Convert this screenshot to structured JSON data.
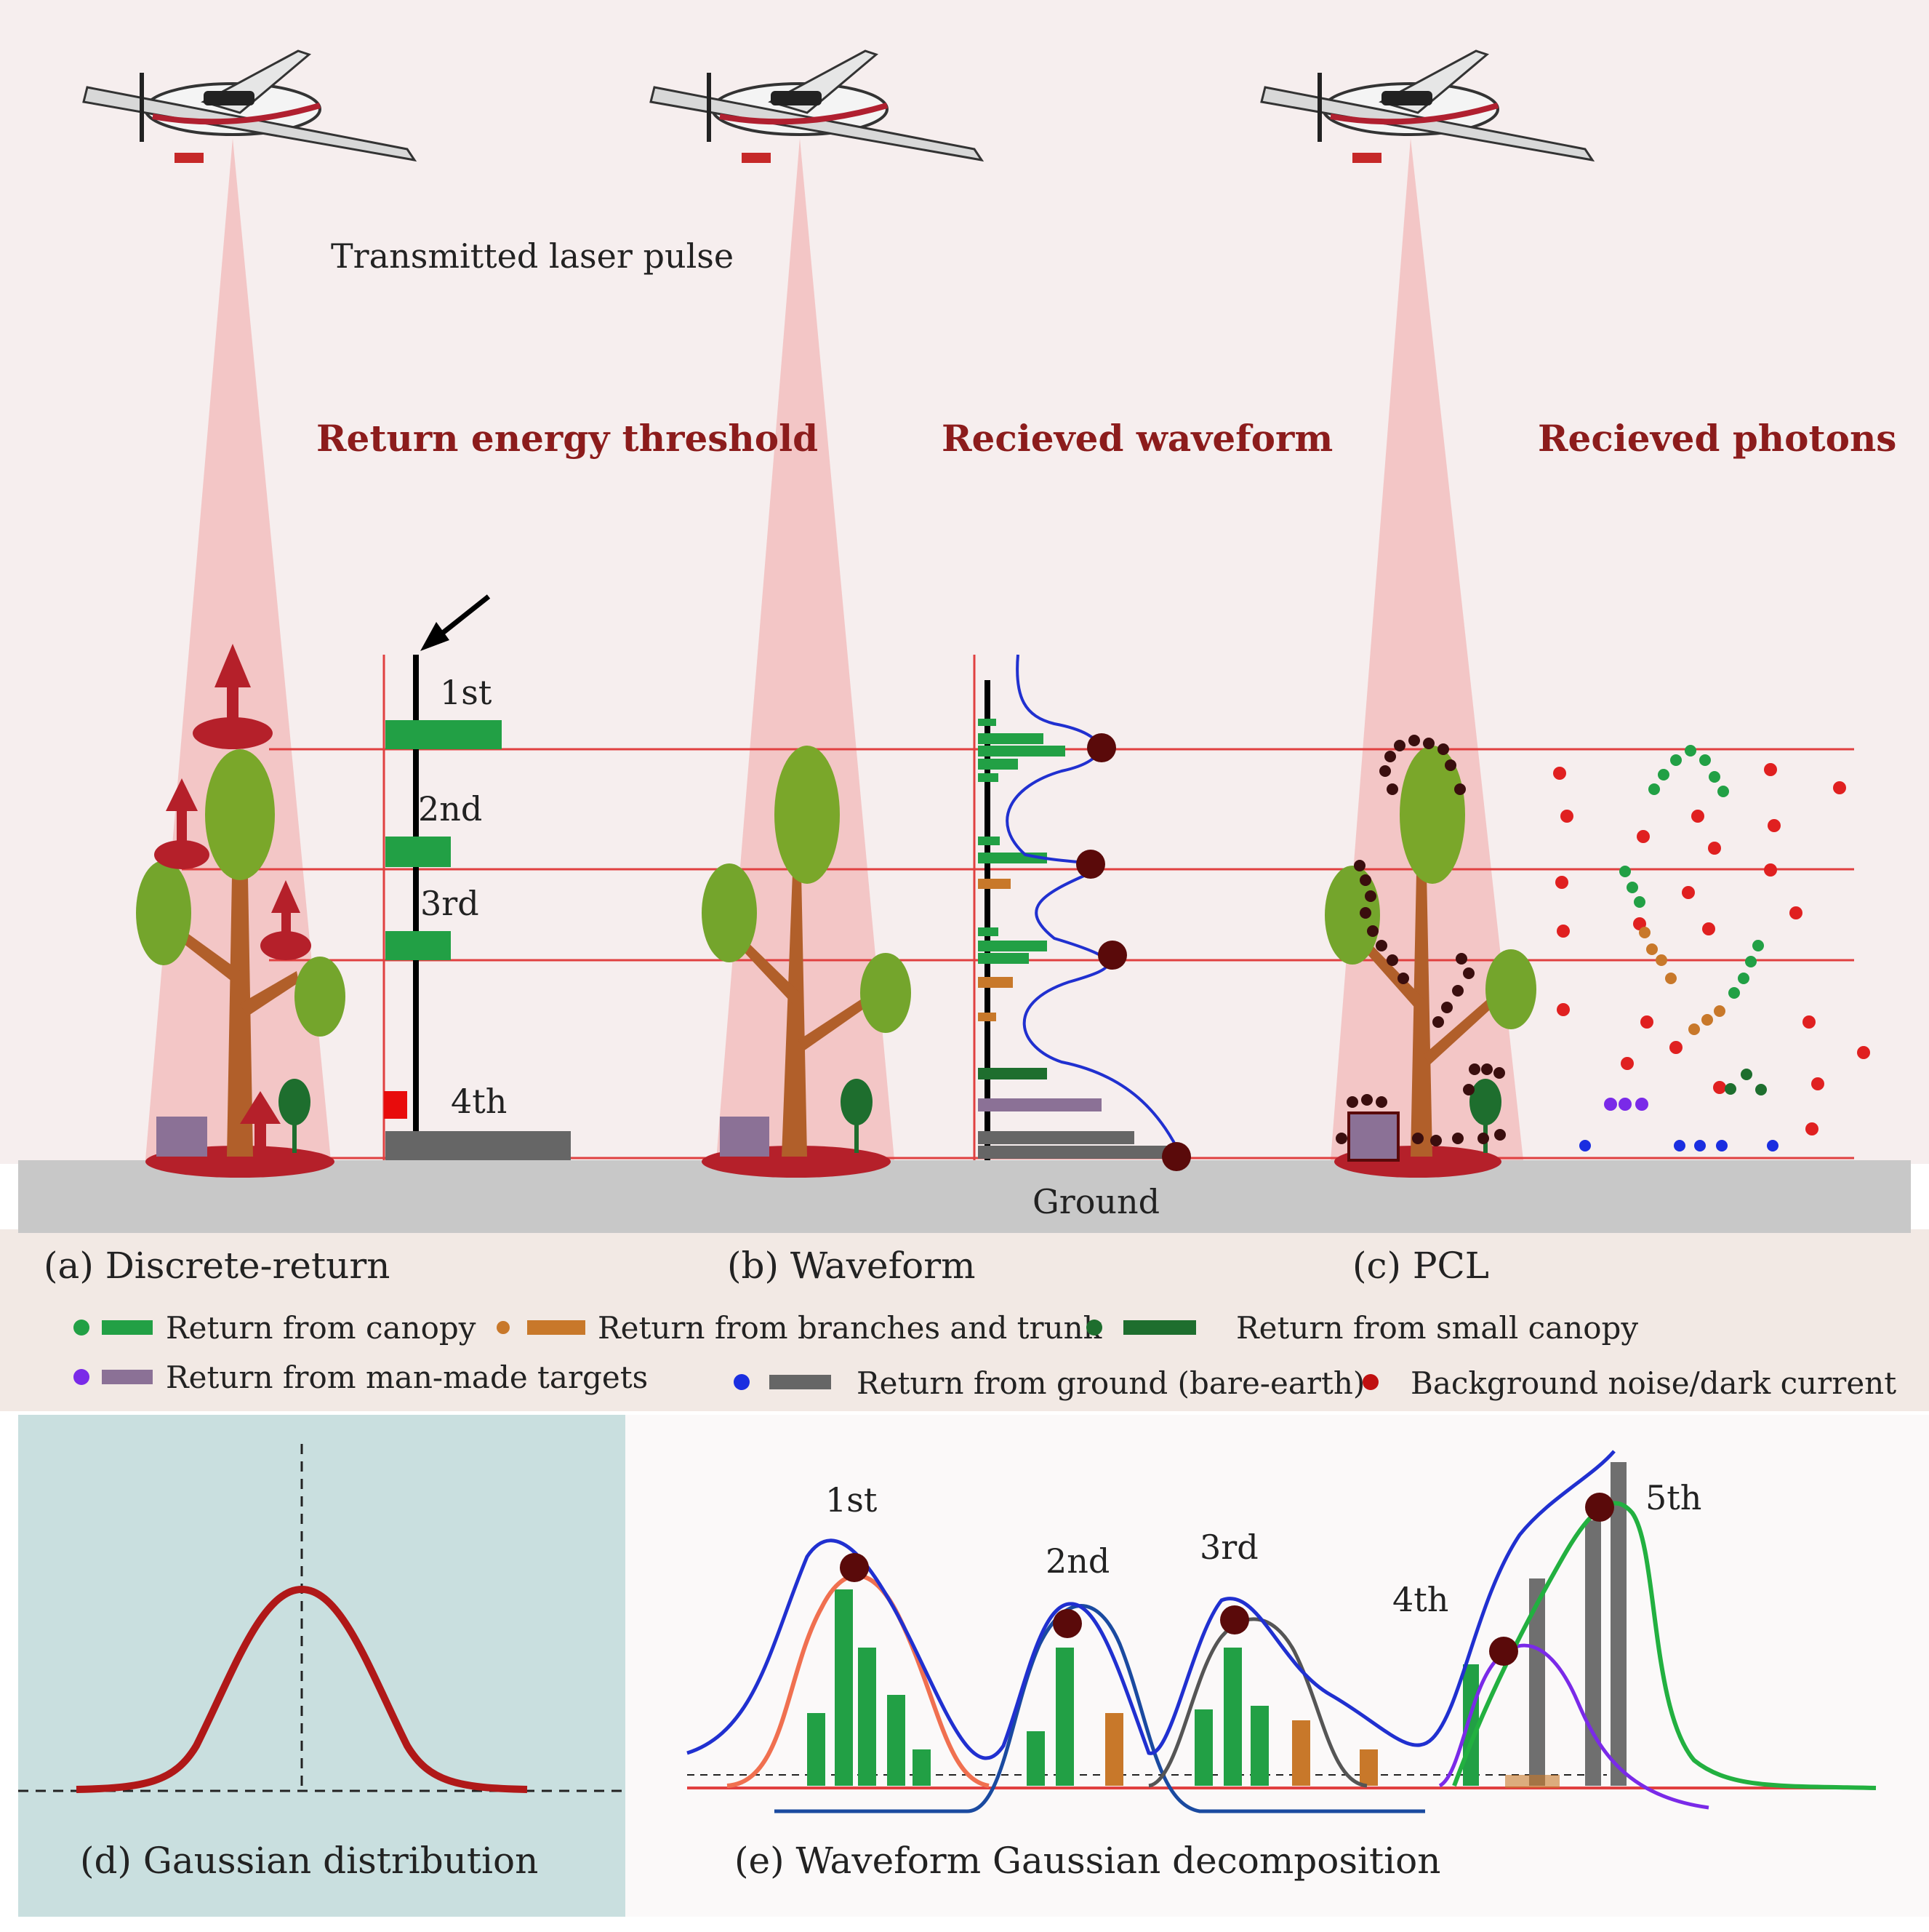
{
  "top_label": "Transmitted laser pulse",
  "section_titles": [
    "Return energy threshold",
    "Recieved waveform",
    "Recieved photons"
  ],
  "ground_label": "Ground",
  "return_labels": [
    "1st",
    "2nd",
    "3rd",
    "4th"
  ],
  "panels": {
    "a": "(a) Discrete-return",
    "b": "(b) Waveform",
    "c": "(c) PCL",
    "d": "(d) Gaussian distribution",
    "e": "(e) Waveform Gaussian decomposition"
  },
  "legend": [
    {
      "label": "Return from canopy",
      "color": "#22a045"
    },
    {
      "label": "Return from branches and trunk",
      "color": "#c8782a"
    },
    {
      "label": "Return from small canopy",
      "color": "#1e6e2e"
    },
    {
      "label": "Return from man-made targets",
      "color": "#8a7294"
    },
    {
      "label": "Return from ground (bare-earth)",
      "color": "#666666"
    },
    {
      "label": "Background noise/dark current",
      "color": "#c01010"
    }
  ],
  "decomposition_labels": [
    "1st",
    "2nd",
    "3rd",
    "4th",
    "5th"
  ],
  "colors": {
    "beam": "#f2b8b8",
    "ref_line": "#e04040",
    "ground": "#c8c8c8",
    "panel_d_bg": "#c9dfdf",
    "waveform": "#2030d0",
    "peak": "#5a0a0a"
  }
}
